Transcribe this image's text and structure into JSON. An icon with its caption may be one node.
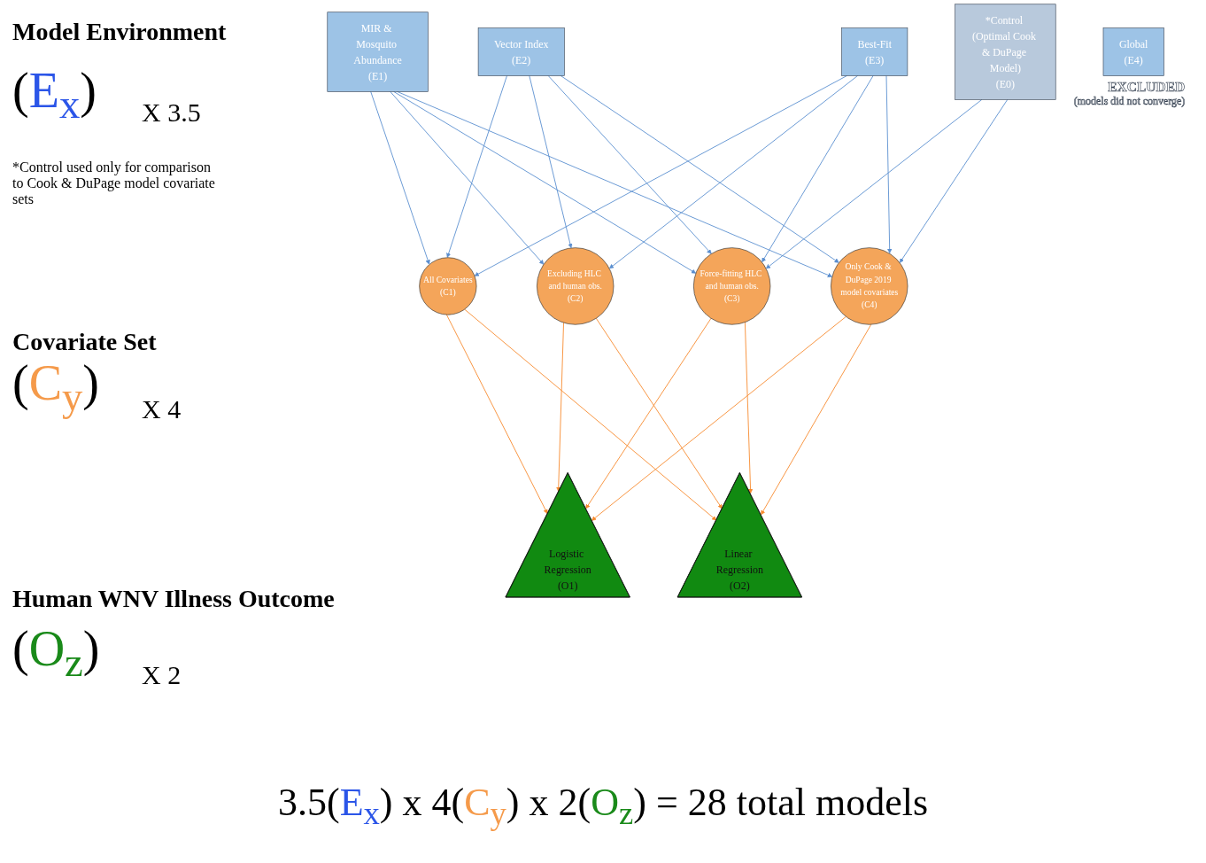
{
  "diagram": {
    "caption": "3.5(E$_{x}$) x 4(C$_{y}$) x 2(O$_{z}$) = 28 total models",
    "nodes": [
      {
        "text": [
          "*Control (Optimal Cook & DuPage Model)",
          "(E0)"
        ]
      },
      {
        "text": [
          "MIR & Mosquito Abundance",
          "(E1)"
        ]
      },
      {
        "text": [
          "Vector Index",
          "(E2)"
        ]
      },
      {
        "text": [
          "Best-Fit",
          "(E3)"
        ]
      },
      {
        "text": [
          "Global",
          "(E4)"
        ],
        "beside": [
          "EXCLUDED",
          "(models did not converge)"
        ]
      },
      {
        "text": [
          "All Covariates",
          "(C1)"
        ]
      },
      {
        "text": [
          "Excluding HLC and human obs.",
          "(C2)"
        ]
      },
      {
        "text": [
          "Force-fitting HLC and human obs.",
          "(C3)"
        ]
      },
      {
        "text": [
          "Only Cook & DuPage 2019 model covariates",
          "(C4)"
        ]
      },
      {
        "text": [
          "Logistic Regression",
          "(O1)"
        ]
      },
      {
        "text": [
          "Linear Regression",
          "(O2)"
        ]
      }
    ],
    "edges": [
      {
        "from": 0,
        "to": 7,
        "arrow": "to"
      },
      {
        "from": 0,
        "to": 8,
        "arrow": "to"
      },
      {
        "from": 1,
        "to": 5,
        "arrow": "to"
      },
      {
        "from": 1,
        "to": 6,
        "arrow": "to"
      },
      {
        "from": 1,
        "to": 7,
        "arrow": "to"
      },
      {
        "from": 1,
        "to": 8,
        "arrow": "to"
      },
      {
        "from": 2,
        "to": 5,
        "arrow": "to"
      },
      {
        "from": 2,
        "to": 6,
        "arrow": "to"
      },
      {
        "from": 2,
        "to": 7,
        "arrow": "to"
      },
      {
        "from": 2,
        "to": 8,
        "arrow": "to"
      },
      {
        "from": 3,
        "to": 5,
        "arrow": "to"
      },
      {
        "from": 3,
        "to": 6,
        "arrow": "to"
      },
      {
        "from": 3,
        "to": 7,
        "arrow": "to"
      },
      {
        "from": 3,
        "to": 8,
        "arrow": "to"
      },
      {
        "from": 5,
        "to": 9,
        "arrow": "to",
        "color": "#f78b2f"
      },
      {
        "from": 5,
        "to": 10,
        "arrow": "to",
        "color": "#f78b2f"
      },
      {
        "from": 6,
        "to": 9,
        "arrow": "to",
        "color": "#f78b2f"
      },
      {
        "from": 6,
        "to": 10,
        "arrow": "to",
        "color": "#f78b2f"
      },
      {
        "from": 7,
        "to": 9,
        "arrow": "to",
        "color": "#f78b2f"
      },
      {
        "from": 7,
        "to": 10,
        "arrow": "to",
        "color": "#f78b2f"
      },
      {
        "from": 8,
        "to": 9,
        "arrow": "to",
        "color": "#f78b2f"
      },
      {
        "from": 8,
        "to": 10,
        "arrow": "to",
        "color": "#f78b2f"
      }
    ],
    "labels": [
      "Model Environment",
      "(E$_{x}$)",
      "X 3.5",
      "*Control used only for comparison to Cook & DuPage model covariate sets",
      "Covariate Set",
      "(C$_{y}$)",
      "X 4",
      "Human WNV Illness Outcome",
      "(O$_{z}$)",
      "X 2"
    ]
  }
}
